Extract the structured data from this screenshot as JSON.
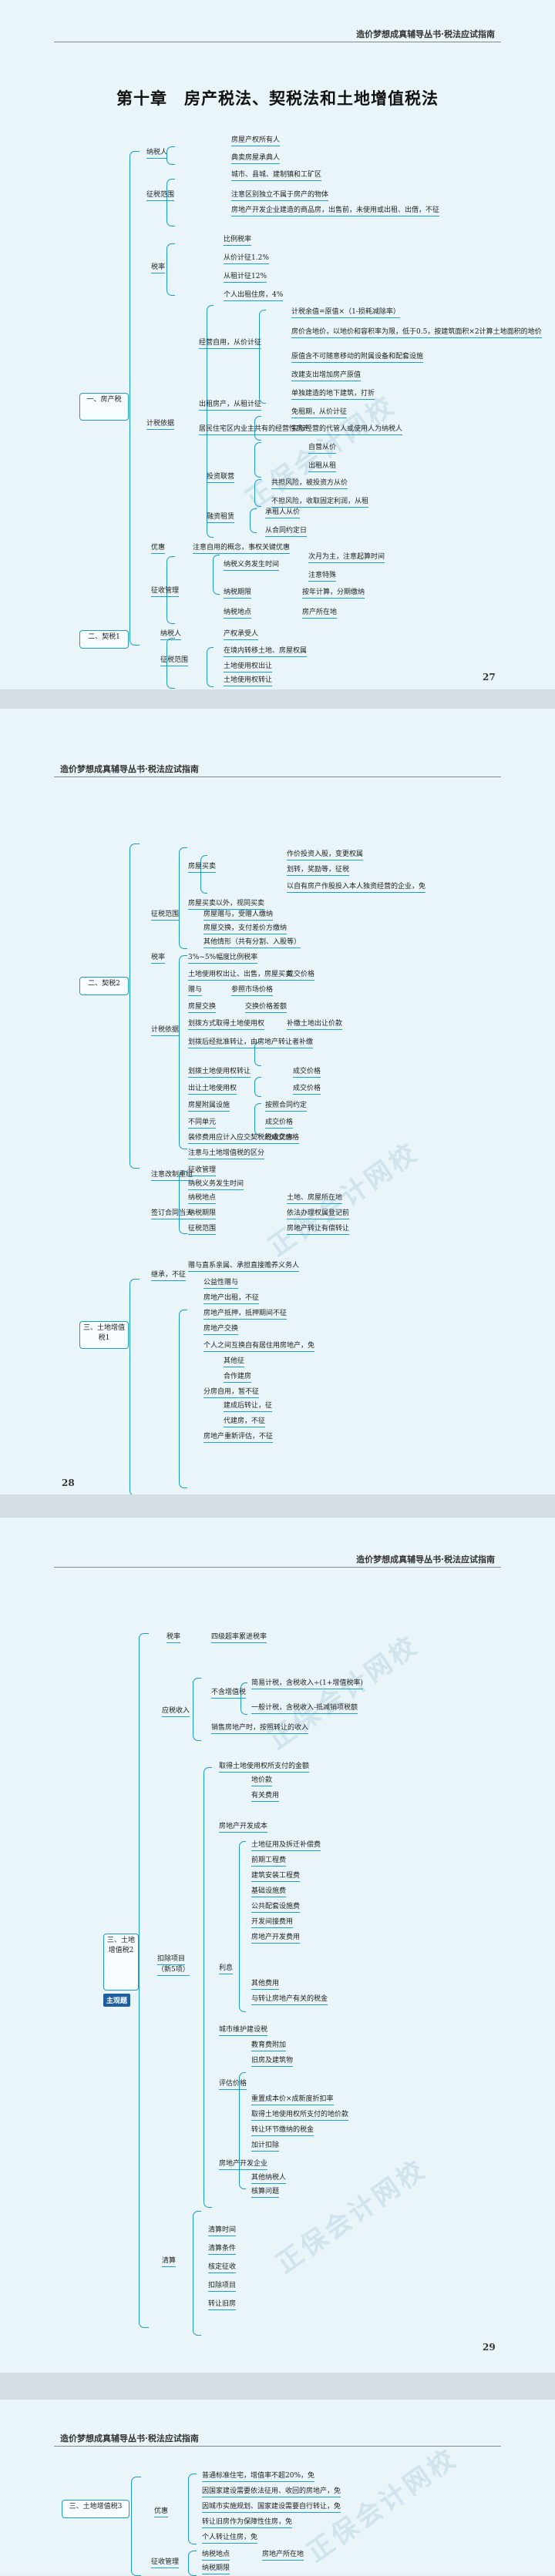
{
  "header": "造价梦想成真辅导丛书·税法应试指南",
  "page1": {
    "title": "第十章　房产税法、契税法和土地增值税法",
    "page_number": "27",
    "box1": "一、房产税",
    "box2": "二、契税1",
    "nodes": [
      "纳税人",
      "房屋产权所有人",
      "典卖房屋承典人",
      "征税范围",
      "城市、县城、建制镇和工矿区",
      "注意区别独立不属于房产的物体",
      "房地产开发企业建造的商品房，出售前，未使用或出租、出借，不征",
      "税率",
      "比例税率",
      "从价计征1.2%",
      "从租计征12%",
      "个人出租住房，4%",
      "计税依据",
      "经营自用，从价计征",
      "计税余值=原值×（1-损耗减除率）",
      "房价含地价，以地价和容积率为限，低于0.5，按建筑面积×2计算土地面积的地价",
      "原值含不可随意移动的附属设备和配套设施",
      "改建支出增加房产原值",
      "单独建造的地下建筑，打折",
      "出租房产，从租计征",
      "免租期，从价计征",
      "居民住宅区内业主共有的经营性房产",
      "实际经营的代管人或使用人为纳税人",
      "自营从价",
      "出租从租",
      "投资联营",
      "共担风险，被投资方从价",
      "不担风险，收取固定利润，从租",
      "融资租赁",
      "承租人从价",
      "从合同约定日",
      "优惠",
      "注意自用的概念，事权关键优惠",
      "征收管理",
      "纳税义务发生时间",
      "次月为主，注意起算时间",
      "注意特殊",
      "纳税期限",
      "按年计算，分期缴纳",
      "纳税地点",
      "房产所在地",
      "纳税人",
      "产权承受人",
      "征税范围",
      "在境内转移土地、房屋权属",
      "土地使用权出让",
      "土地使用权转让"
    ]
  },
  "page2": {
    "page_number": "28",
    "box1": "二、契税2",
    "box2": "三、土地增值税1",
    "nodes": [
      "征税范围",
      "房屋买卖",
      "作价投资入股，变更权属",
      "划转，奖励等，征税",
      "以自有房产作股投入本人独资经营的企业，免",
      "房屋买卖以外，视同买卖",
      "房屋赠与，受赠人缴纳",
      "房屋交换，支付差价方缴纳",
      "其他情形（共有分割、入股等）",
      "税率",
      "3%~5%幅度比例税率",
      "计税依据",
      "土地使用权出让、出售，房屋买卖",
      "成交价格",
      "赠与",
      "参照市场价格",
      "房屋交换",
      "交换价格差额",
      "划拨方式取得土地使用权",
      "补缴土地出让价款",
      "划拨后经批准转让，由房地产转让者补缴",
      "划拨土地使用权转让",
      "成交价格",
      "出让土地使用权",
      "成交价格",
      "房屋附属设施",
      "按照合同约定",
      "不同单元",
      "成交价格",
      "装修费用应计入应交契税的成交价格",
      "税收优惠",
      "注意与土地增值税的区分",
      "注意改制重组",
      "征收管理",
      "纳税义务发生时间",
      "签订合同当天",
      "纳税地点",
      "土地、房屋所在地",
      "纳税期限",
      "依法办理权属登记前",
      "征税范围",
      "房地产转让有偿转让",
      "继承，不征",
      "赠与直系亲属、承担直接赡养义务人",
      "公益性赠与",
      "房地产出租，不征",
      "房地产抵押，抵押期间不征",
      "房地产交换",
      "个人之间互换自有居住用房地产，免",
      "其他征",
      "合作建房",
      "分房自用，暂不征",
      "建成后转让，征",
      "代建房，不征",
      "房地产重新评估，不征"
    ]
  },
  "page3": {
    "page_number": "29",
    "box1": "三、土地增值税2",
    "tag": "主观题",
    "nodes": [
      "税率",
      "四级超率累进税率",
      "应税收入",
      "不含增值税",
      "简易计税，含税收入÷(1+增值税率)",
      "一般计税，含税收入-抵减销项税额",
      "销售房地产时，按照转让的收入",
      "扣除项目",
      "（新5项）",
      "取得土地使用权所支付的金额",
      "地价款",
      "有关费用",
      "房地产开发成本",
      "土地征用及拆迁补偿费",
      "前期工程费",
      "建筑安装工程费",
      "基础设施费",
      "公共配套设施费",
      "开发间接费用",
      "房地产开发费用",
      "利息",
      "其他费用",
      "与转让房地产有关的税金",
      "城市维护建设税",
      "教育费附加",
      "旧房及建筑物",
      "评估价格",
      "重置成本价×成新度折扣率",
      "取得土地使用权所支付的地价款",
      "转让环节缴纳的税金",
      "加计扣除",
      "房地产开发企业",
      "其他纳税人",
      "核算问题",
      "清算",
      "清算时间",
      "清算条件",
      "核定征收",
      "扣除项目",
      "转让旧房"
    ]
  },
  "page4": {
    "box1": "三、土地增值税3",
    "nodes": [
      "优惠",
      "普通标准住宅，增值率不超20%，免",
      "因国家建设需要依法征用、收回的房地产，免",
      "因城市实施规划、国家建设需要自行转让，免",
      "转让旧房作为保障性住房，免",
      "个人转让住房，免",
      "征收管理",
      "纳税地点",
      "房地产所在地",
      "纳税期限"
    ]
  }
}
